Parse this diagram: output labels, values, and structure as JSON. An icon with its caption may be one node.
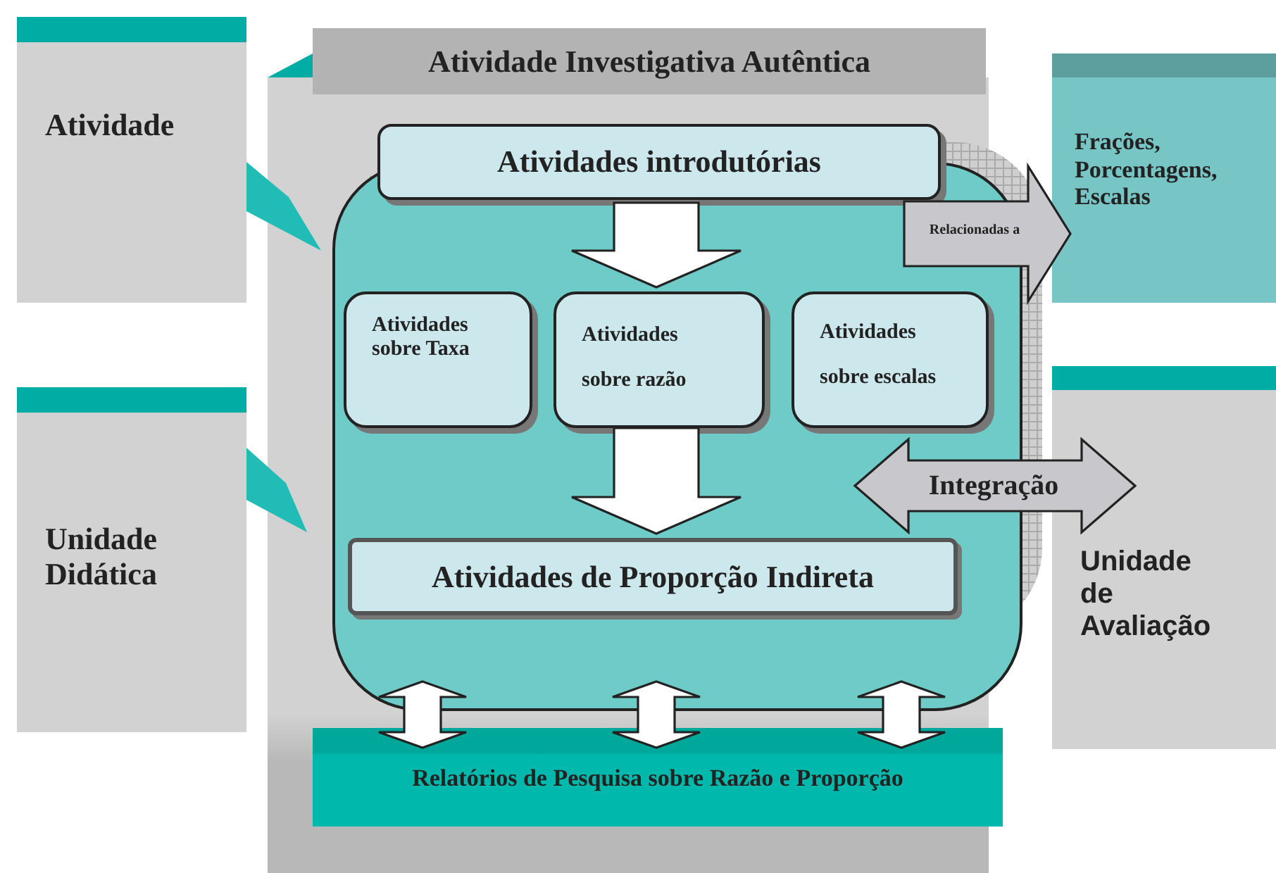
{
  "diagram": {
    "nodes": [
      {
        "text": [
          "Atividade Investigativa Autêntica"
        ]
      },
      {
        "text": [],
        "shape": "box",
        "in": 0
      },
      {
        "text": [
          "Atividades introdutórias"
        ],
        "in": 0
      },
      {
        "text": [
          "Atividades sobre Taxa"
        ],
        "in": 1
      },
      {
        "text": [
          "Atividades sobre razão"
        ],
        "in": 1
      },
      {
        "text": [
          "Atividades sobre escalas"
        ],
        "in": 1
      },
      {
        "text": [
          "Atividades de Proporção Indireta"
        ],
        "in": 1
      },
      {
        "text": [
          "Relatórios de Pesquisa sobre Razão e Proporção"
        ],
        "in": 0
      },
      {
        "text": [
          "Atividade"
        ]
      },
      {
        "text": [
          "Unidade Didática"
        ]
      },
      {
        "text": [
          "Frações, Porcentagens, Escalas"
        ]
      },
      {
        "text": [
          "Unidade de Avaliação"
        ]
      }
    ],
    "edges": [
      {
        "from": 2,
        "to": 4,
        "arrow": "to"
      },
      {
        "from": 4,
        "to": 6,
        "arrow": "to"
      },
      {
        "from": 8,
        "to": 1,
        "arrow": "none",
        "color": "#22bcb6"
      },
      {
        "from": 9,
        "to": 1,
        "arrow": "none",
        "color": "#22bcb6"
      },
      {
        "from": 1,
        "to": 10,
        "arrow": "to",
        "label": "Relacionadas a",
        "color": "#c8c8cc"
      },
      {
        "from": 1,
        "to": 11,
        "arrow": "both",
        "label": "Integração",
        "color": "#c8c8cc"
      },
      {
        "from": 1,
        "to": 7,
        "arrow": "both"
      },
      {
        "from": 1,
        "to": 7,
        "arrow": "both"
      },
      {
        "from": 1,
        "to": 7,
        "arrow": "both"
      }
    ]
  }
}
